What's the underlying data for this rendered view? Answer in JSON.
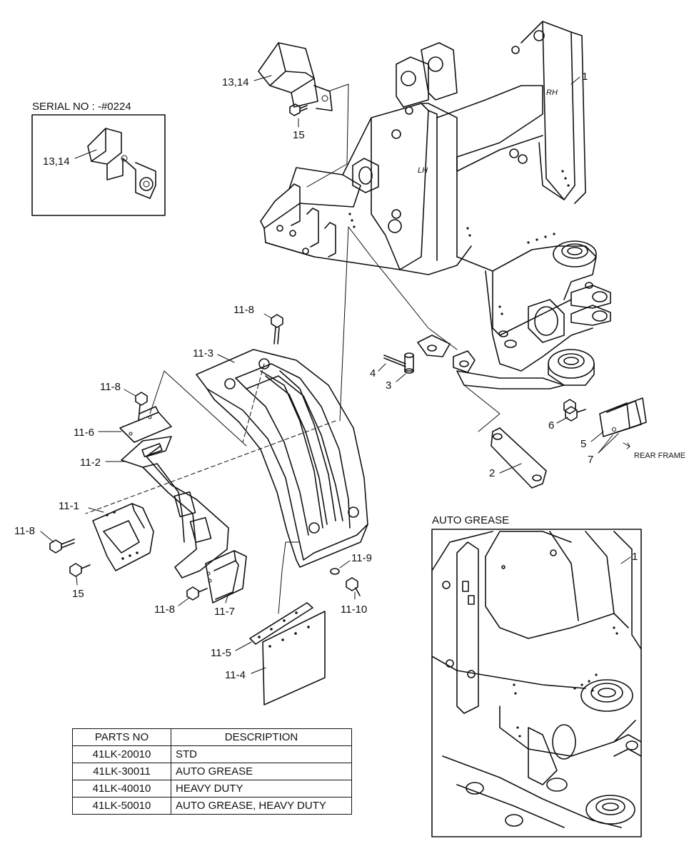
{
  "insets": {
    "serial": {
      "title": "SERIAL NO : -#0224",
      "callout": "13,14"
    },
    "auto_grease": {
      "title": "AUTO GREASE",
      "callout": "1"
    }
  },
  "callouts": {
    "c1": "1",
    "c2": "2",
    "c3": "3",
    "c4": "4",
    "c5": "5",
    "c6": "6",
    "c7": "7",
    "c13_14": "13,14",
    "c15_top": "15",
    "c15_left": "15",
    "c11_1": "11-1",
    "c11_2": "11-2",
    "c11_3": "11-3",
    "c11_4": "11-4",
    "c11_5": "11-5",
    "c11_6": "11-6",
    "c11_7": "11-7",
    "c11_8_top": "11-8",
    "c11_8_upper_left": "11-8",
    "c11_8_left": "11-8",
    "c11_8_bottom": "11-8",
    "c11_9": "11-9",
    "c11_10": "11-10",
    "rear_frame": "REAR FRAME"
  },
  "frame_marks": {
    "lh": "LH",
    "rh": "RH"
  },
  "parts_table": {
    "headers": [
      "PARTS NO",
      "DESCRIPTION"
    ],
    "rows": [
      {
        "part_no": "41LK-20010",
        "description": "STD"
      },
      {
        "part_no": "41LK-30011",
        "description": "AUTO GREASE"
      },
      {
        "part_no": "41LK-40010",
        "description": "HEAVY DUTY"
      },
      {
        "part_no": "41LK-50010",
        "description": "AUTO GREASE, HEAVY DUTY"
      }
    ]
  }
}
